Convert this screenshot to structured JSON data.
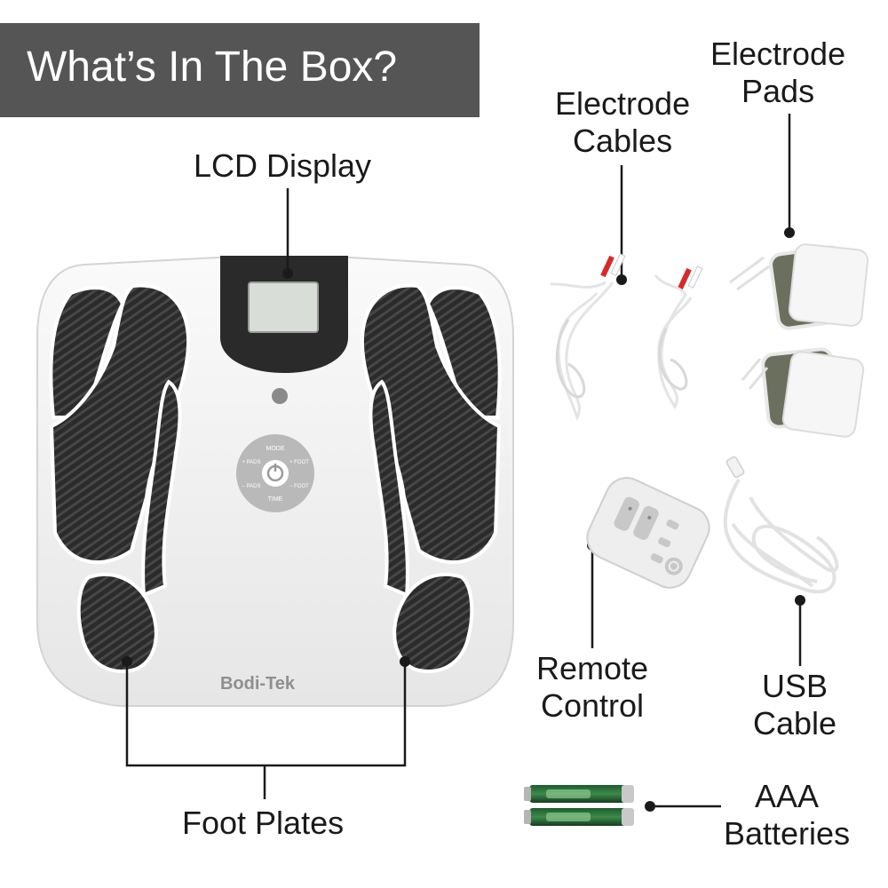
{
  "title": "What’s In The Box?",
  "labels": {
    "lcd_display": "LCD Display",
    "foot_plates": "Foot Plates",
    "electrode_cables": [
      "Electrode",
      "Cables"
    ],
    "electrode_pads": [
      "Electrode",
      "Pads"
    ],
    "remote_control": [
      "Remote",
      "Control"
    ],
    "usb_cable": [
      "USB",
      "Cable"
    ],
    "aaa_batteries": [
      "AAA",
      "Batteries"
    ]
  },
  "device": {
    "brand": "Bodi-Tek",
    "buttons": {
      "mode": "MODE",
      "pads_plus": "+ PADS",
      "foot_plus": "+ FOOT",
      "pads_minus": "– PADS",
      "foot_minus": "– FOOT",
      "time": "TIME"
    }
  },
  "colors": {
    "banner": "#555555",
    "device_body": "#f3f3f3",
    "foot_plate": "#2b2b2b",
    "lcd": "#d9ddd7",
    "cable_tip": "#d62a2a"
  }
}
